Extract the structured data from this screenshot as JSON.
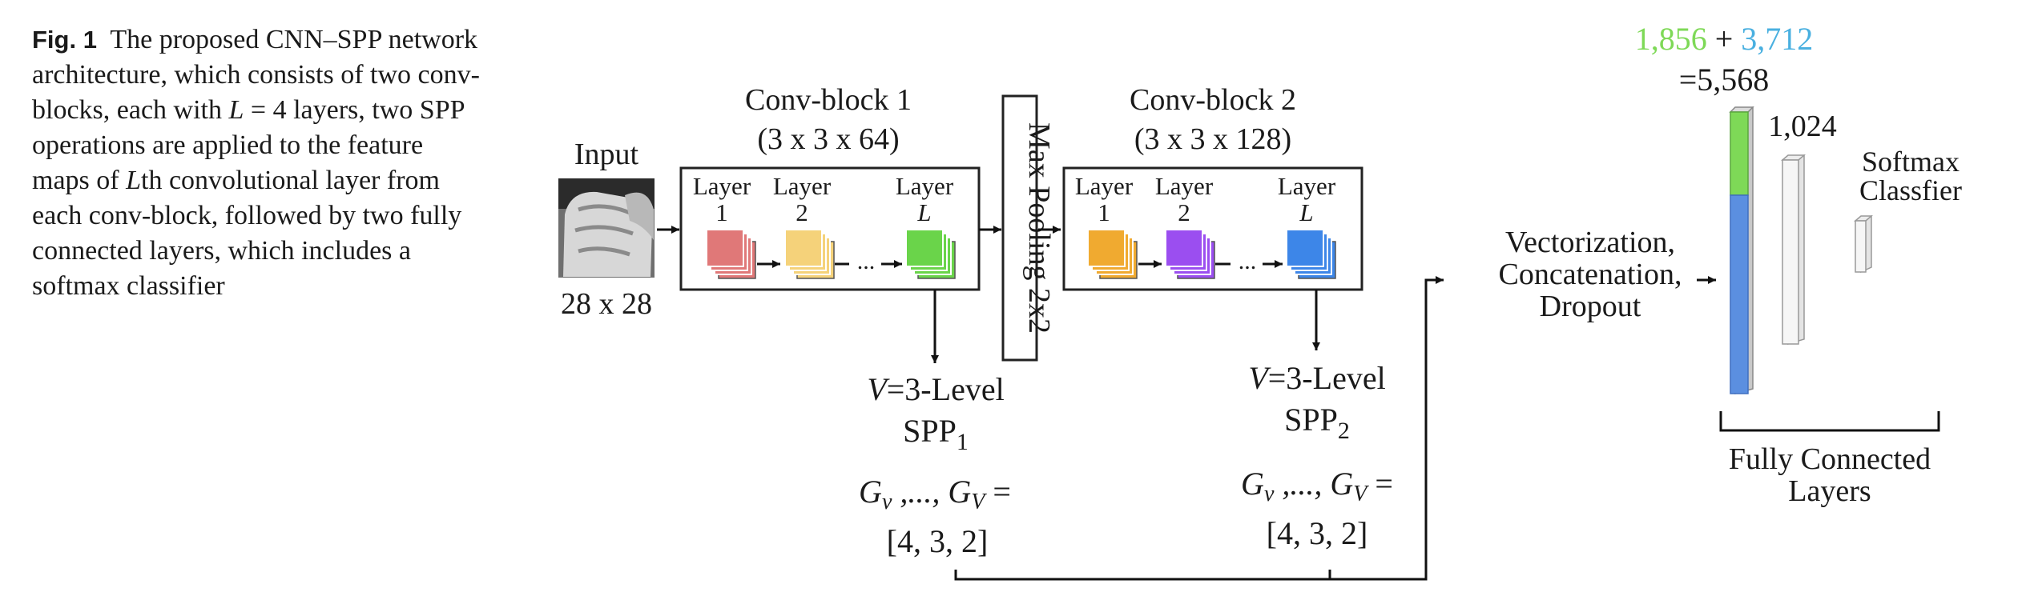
{
  "caption": {
    "fig_label": "Fig. 1",
    "text_1": "The proposed CNN–SPP network architecture, which consists of two conv-blocks, each with ",
    "L_var": "L",
    "text_2": " = 4 layers, two SPP operations are applied to the feature maps of ",
    "L_var_2": "L",
    "text_3": "th convolutional layer from each conv-block, followed by two fully connected layers, which includes a softmax classifier"
  },
  "diagram": {
    "input": {
      "label": "Input",
      "size": "28 x 28"
    },
    "conv_block_1": {
      "title": "Conv-block 1",
      "shape": "(3 x 3 x 64)",
      "layers": [
        {
          "name": "Layer",
          "index": "1",
          "color": "#e07878"
        },
        {
          "name": "Layer",
          "index": "2",
          "color": "#f5d27a"
        },
        {
          "name": "Layer",
          "index": "L",
          "color": "#6ad44a"
        }
      ]
    },
    "max_pooling": "Max Pooling 2x2",
    "conv_block_2": {
      "title": "Conv-block 2",
      "shape": "(3 x 3 x 128)",
      "layers": [
        {
          "name": "Layer",
          "index": "1",
          "color": "#f0aa30"
        },
        {
          "name": "Layer",
          "index": "2",
          "color": "#9b4ef0"
        },
        {
          "name": "Layer",
          "index": "L",
          "color": "#3d86e8"
        }
      ]
    },
    "ellipsis": "...",
    "spp_1": {
      "level_var": "V",
      "level_text": "=3-Level",
      "name": "SPP",
      "subscript": "1",
      "color": "#7ed957",
      "g_line": "G",
      "g_sub_v": "v",
      "g_mid": " ,..., G",
      "g_sub_V": "V",
      "g_eq": " =",
      "grid": "[4, 3, 2]"
    },
    "spp_2": {
      "level_var": "V",
      "level_text": "=3-Level",
      "name": "SPP",
      "subscript": "2",
      "color": "#4ab0e0",
      "g_line": "G",
      "g_sub_v": "v",
      "g_mid": " ,..., G",
      "g_sub_V": "V",
      "g_eq": " =",
      "grid": "[4, 3, 2]"
    },
    "vectorization": [
      "Vectorization,",
      "Concatenation,",
      "Dropout"
    ],
    "sum": {
      "a": "1,856",
      "plus": " + ",
      "b": "3,712",
      "total": "=5,568",
      "color_a": "#7ed957",
      "color_b": "#4ab0e0"
    },
    "fc_1": {
      "label": "1,024"
    },
    "softmax": [
      "Softmax",
      "Classfier"
    ],
    "fc_group": [
      "Fully Connected",
      "Layers"
    ]
  }
}
